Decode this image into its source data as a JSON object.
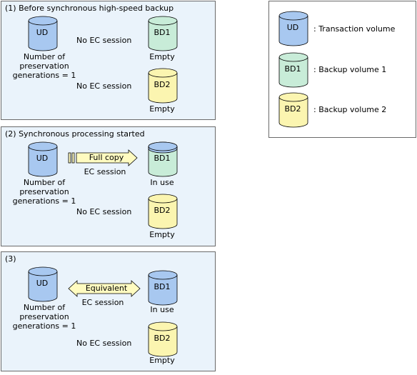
{
  "panels": [
    {
      "title": "(1)  Before synchronous high-speed backup",
      "ud_label": "UD",
      "preservation": "Number of preservation\ngenerations = 1",
      "bd1": {
        "label": "BD1",
        "status": "Empty"
      },
      "bd2": {
        "label": "BD2",
        "status": "Empty"
      },
      "session1": "No EC session",
      "session2": "No EC session"
    },
    {
      "title": "(2)  Synchronous processing started",
      "ud_label": "UD",
      "preservation": "Number of preservation\ngenerations = 1",
      "arrow_label": "Full copy",
      "ec_label": "EC session",
      "bd1": {
        "label": "BD1",
        "status": "In use"
      },
      "bd2": {
        "label": "BD2",
        "status": "Empty"
      },
      "session2": "No EC session"
    },
    {
      "title": "(3)",
      "ud_label": "UD",
      "preservation": "Number of preservation\ngenerations = 1",
      "arrow_label": "Equivalent",
      "ec_label": "EC session",
      "bd1": {
        "label": "BD1",
        "status": "In use"
      },
      "bd2": {
        "label": "BD2",
        "status": "Empty"
      },
      "session2": "No EC session"
    }
  ],
  "legend": [
    {
      "label": "UD",
      "text": ": Transaction volume",
      "color": "#a8c8f0"
    },
    {
      "label": "BD1",
      "text": ": Backup volume 1",
      "color": "#c8ecd8"
    },
    {
      "label": "BD2",
      "text": ": Backup volume 2",
      "color": "#fbf5b0"
    }
  ],
  "colors": {
    "ud": "#a8c8f0",
    "bd1": "#c8ecd8",
    "bd2": "#fbf5b0",
    "arrow": "#fffbc0",
    "panel": "#eaf3fb"
  }
}
